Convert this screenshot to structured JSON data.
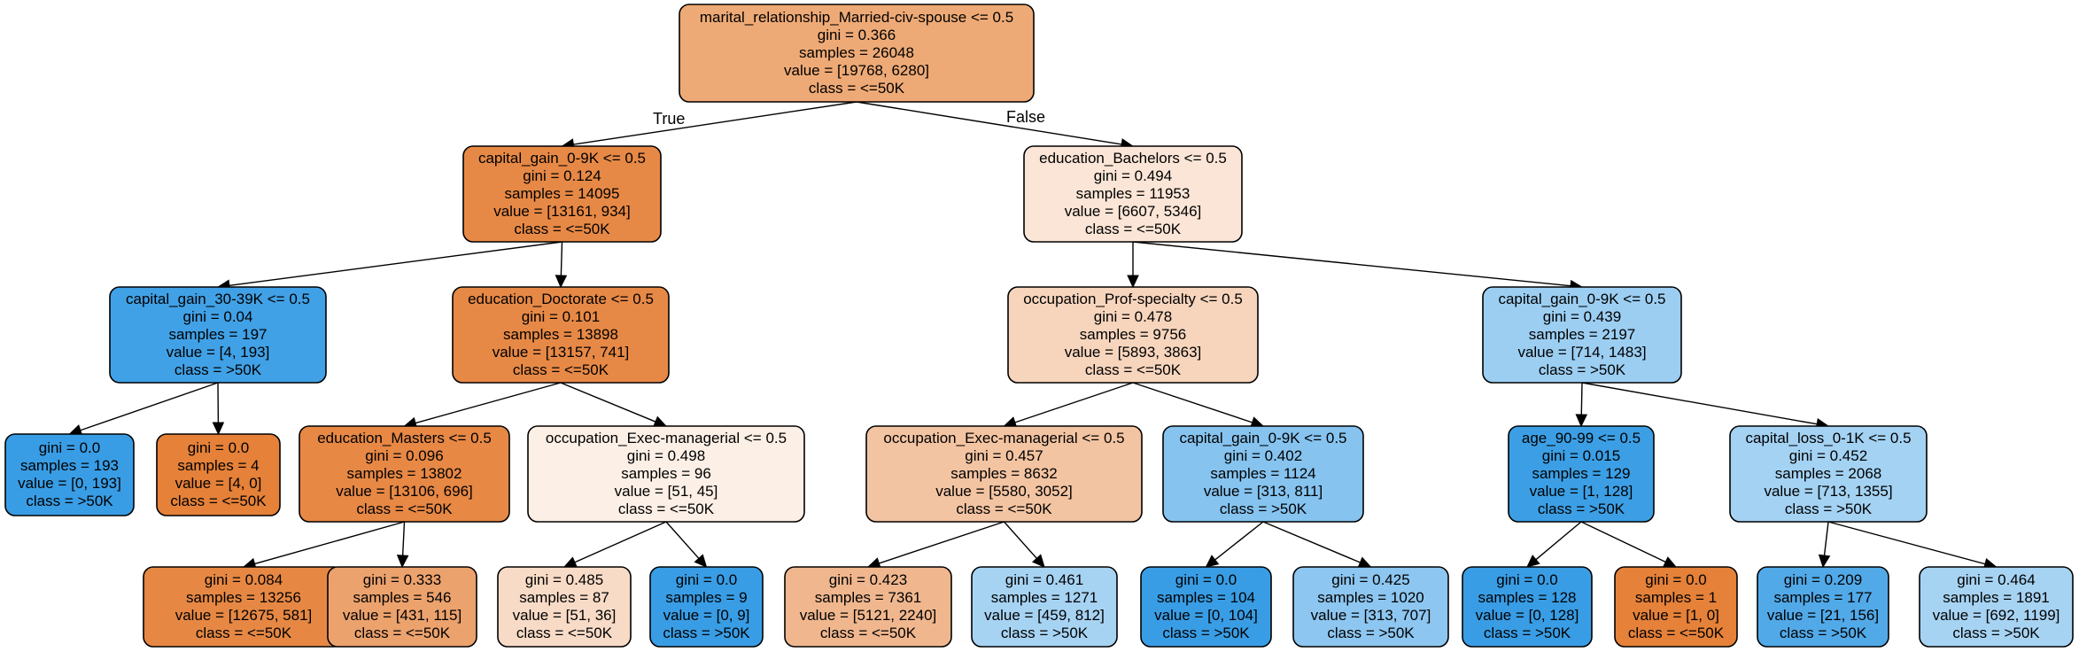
{
  "tree": {
    "nodes": [
      {
        "id": "n0",
        "fill": "#eeaa76",
        "lines": [
          "marital_relationship_Married-civ-spouse <= 0.5",
          "gini = 0.366",
          "samples = 26048",
          "value = [19768, 6280]",
          "class = <=50K"
        ]
      },
      {
        "id": "n1",
        "fill": "#e78946",
        "lines": [
          "capital_gain_0-9K <= 0.5",
          "gini = 0.124",
          "samples = 14095",
          "value = [13161, 934]",
          "class = <=50K"
        ]
      },
      {
        "id": "n2",
        "fill": "#fbe5d6",
        "lines": [
          "education_Bachelors <= 0.5",
          "gini = 0.494",
          "samples = 11953",
          "value = [6607, 5346]",
          "class = <=50K"
        ]
      },
      {
        "id": "n3",
        "fill": "#41a1e6",
        "lines": [
          "capital_gain_30-39K <= 0.5",
          "gini = 0.04",
          "samples = 197",
          "value = [4, 193]",
          "class = >50K"
        ]
      },
      {
        "id": "n4",
        "fill": "#e78946",
        "lines": [
          "education_Doctorate <= 0.5",
          "gini = 0.101",
          "samples = 13898",
          "value = [13157, 741]",
          "class = <=50K"
        ]
      },
      {
        "id": "n5",
        "fill": "#f7d5bd",
        "lines": [
          "occupation_Prof-specialty <= 0.5",
          "gini = 0.478",
          "samples = 9756",
          "value = [5893, 3863]",
          "class = <=50K"
        ]
      },
      {
        "id": "n6",
        "fill": "#9ccef2",
        "lines": [
          "capital_gain_0-9K <= 0.5",
          "gini = 0.439",
          "samples = 2197",
          "value = [714, 1483]",
          "class = >50K"
        ]
      },
      {
        "id": "n7",
        "fill": "#399de5",
        "lines": [
          "gini = 0.0",
          "samples = 193",
          "value = [0, 193]",
          "class = >50K"
        ]
      },
      {
        "id": "n8",
        "fill": "#e58139",
        "lines": [
          "gini = 0.0",
          "samples = 4",
          "value = [4, 0]",
          "class = <=50K"
        ]
      },
      {
        "id": "n9",
        "fill": "#e78845",
        "lines": [
          "education_Masters <= 0.5",
          "gini = 0.096",
          "samples = 13802",
          "value = [13106, 696]",
          "class = <=50K"
        ]
      },
      {
        "id": "n10",
        "fill": "#fcefe6",
        "lines": [
          "occupation_Exec-managerial <= 0.5",
          "gini = 0.498",
          "samples = 96",
          "value = [51, 45]",
          "class = <=50K"
        ]
      },
      {
        "id": "n11",
        "fill": "#f3c4a2",
        "lines": [
          "occupation_Exec-managerial <= 0.5",
          "gini = 0.457",
          "samples = 8632",
          "value = [5580, 3052]",
          "class = <=50K"
        ]
      },
      {
        "id": "n12",
        "fill": "#86c3ef",
        "lines": [
          "capital_gain_0-9K <= 0.5",
          "gini = 0.402",
          "samples = 1124",
          "value = [313, 811]",
          "class = >50K"
        ]
      },
      {
        "id": "n13",
        "fill": "#3c9fe5",
        "lines": [
          "age_90-99 <= 0.5",
          "gini = 0.015",
          "samples = 129",
          "value = [1, 128]",
          "class = >50K"
        ]
      },
      {
        "id": "n14",
        "fill": "#a4d2f3",
        "lines": [
          "capital_loss_0-1K <= 0.5",
          "gini = 0.452",
          "samples = 2068",
          "value = [713, 1355]",
          "class = >50K"
        ]
      },
      {
        "id": "n15",
        "fill": "#e68844",
        "lines": [
          "gini = 0.084",
          "samples = 13256",
          "value = [12675, 581]",
          "class = <=50K"
        ]
      },
      {
        "id": "n16",
        "fill": "#eca26d",
        "lines": [
          "gini = 0.333",
          "samples = 546",
          "value = [431, 115]",
          "class = <=50K"
        ]
      },
      {
        "id": "n17",
        "fill": "#f8dbc7",
        "lines": [
          "gini = 0.485",
          "samples = 87",
          "value = [51, 36]",
          "class = <=50K"
        ]
      },
      {
        "id": "n18",
        "fill": "#399de5",
        "lines": [
          "gini = 0.0",
          "samples = 9",
          "value = [0, 9]",
          "class = >50K"
        ]
      },
      {
        "id": "n19",
        "fill": "#f0b78e",
        "lines": [
          "gini = 0.423",
          "samples = 7361",
          "value = [5121, 2240]",
          "class = <=50K"
        ]
      },
      {
        "id": "n20",
        "fill": "#a7d3f3",
        "lines": [
          "gini = 0.461",
          "samples = 1271",
          "value = [459, 812]",
          "class = >50K"
        ]
      },
      {
        "id": "n21",
        "fill": "#399de5",
        "lines": [
          "gini = 0.0",
          "samples = 104",
          "value = [0, 104]",
          "class = >50K"
        ]
      },
      {
        "id": "n22",
        "fill": "#8dc6f0",
        "lines": [
          "gini = 0.425",
          "samples = 1020",
          "value = [313, 707]",
          "class = >50K"
        ]
      },
      {
        "id": "n23",
        "fill": "#399de5",
        "lines": [
          "gini = 0.0",
          "samples = 128",
          "value = [0, 128]",
          "class = >50K"
        ]
      },
      {
        "id": "n24",
        "fill": "#e58139",
        "lines": [
          "gini = 0.0",
          "samples = 1",
          "value = [1, 0]",
          "class = <=50K"
        ]
      },
      {
        "id": "n25",
        "fill": "#52a9e8",
        "lines": [
          "gini = 0.209",
          "samples = 177",
          "value = [21, 156]",
          "class = >50K"
        ]
      },
      {
        "id": "n26",
        "fill": "#a7d3f3",
        "lines": [
          "gini = 0.464",
          "samples = 1891",
          "value = [692, 1199]",
          "class = >50K"
        ]
      }
    ],
    "edges": [
      {
        "from": "n0",
        "to": "n1",
        "label": "True"
      },
      {
        "from": "n0",
        "to": "n2",
        "label": "False"
      },
      {
        "from": "n1",
        "to": "n3",
        "label": ""
      },
      {
        "from": "n1",
        "to": "n4",
        "label": ""
      },
      {
        "from": "n2",
        "to": "n5",
        "label": ""
      },
      {
        "from": "n2",
        "to": "n6",
        "label": ""
      },
      {
        "from": "n3",
        "to": "n7",
        "label": ""
      },
      {
        "from": "n3",
        "to": "n8",
        "label": ""
      },
      {
        "from": "n4",
        "to": "n9",
        "label": ""
      },
      {
        "from": "n4",
        "to": "n10",
        "label": ""
      },
      {
        "from": "n5",
        "to": "n11",
        "label": ""
      },
      {
        "from": "n5",
        "to": "n12",
        "label": ""
      },
      {
        "from": "n6",
        "to": "n13",
        "label": ""
      },
      {
        "from": "n6",
        "to": "n14",
        "label": ""
      },
      {
        "from": "n9",
        "to": "n15",
        "label": ""
      },
      {
        "from": "n9",
        "to": "n16",
        "label": ""
      },
      {
        "from": "n10",
        "to": "n17",
        "label": ""
      },
      {
        "from": "n10",
        "to": "n18",
        "label": ""
      },
      {
        "from": "n11",
        "to": "n19",
        "label": ""
      },
      {
        "from": "n11",
        "to": "n20",
        "label": ""
      },
      {
        "from": "n12",
        "to": "n21",
        "label": ""
      },
      {
        "from": "n12",
        "to": "n22",
        "label": ""
      },
      {
        "from": "n13",
        "to": "n23",
        "label": ""
      },
      {
        "from": "n13",
        "to": "n24",
        "label": ""
      },
      {
        "from": "n14",
        "to": "n25",
        "label": ""
      },
      {
        "from": "n14",
        "to": "n26",
        "label": ""
      }
    ]
  }
}
